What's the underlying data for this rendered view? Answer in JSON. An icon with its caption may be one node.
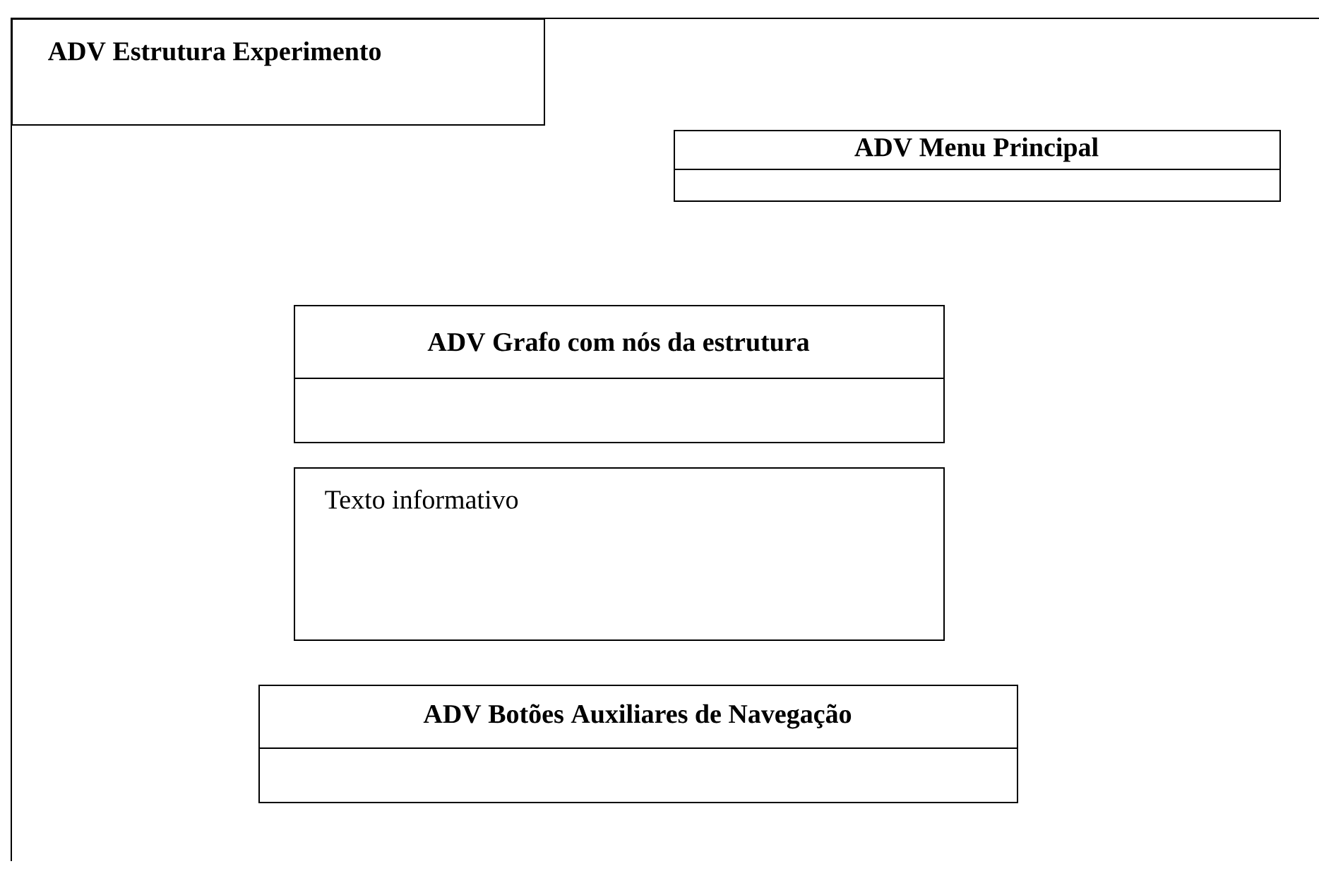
{
  "diagram": {
    "nodes": [
      {
        "text": [
          "ADV Estrutura Experimento"
        ]
      },
      {
        "text": [
          "ADV Menu Principal"
        ],
        "in": 0
      },
      {
        "text": [
          "ADV Grafo com nós da estrutura"
        ],
        "in": 0
      },
      {
        "text": [
          "Texto informativo"
        ],
        "in": 0
      },
      {
        "text": [
          "ADV Botões Auxiliares de Navegação"
        ],
        "in": 0
      }
    ]
  }
}
